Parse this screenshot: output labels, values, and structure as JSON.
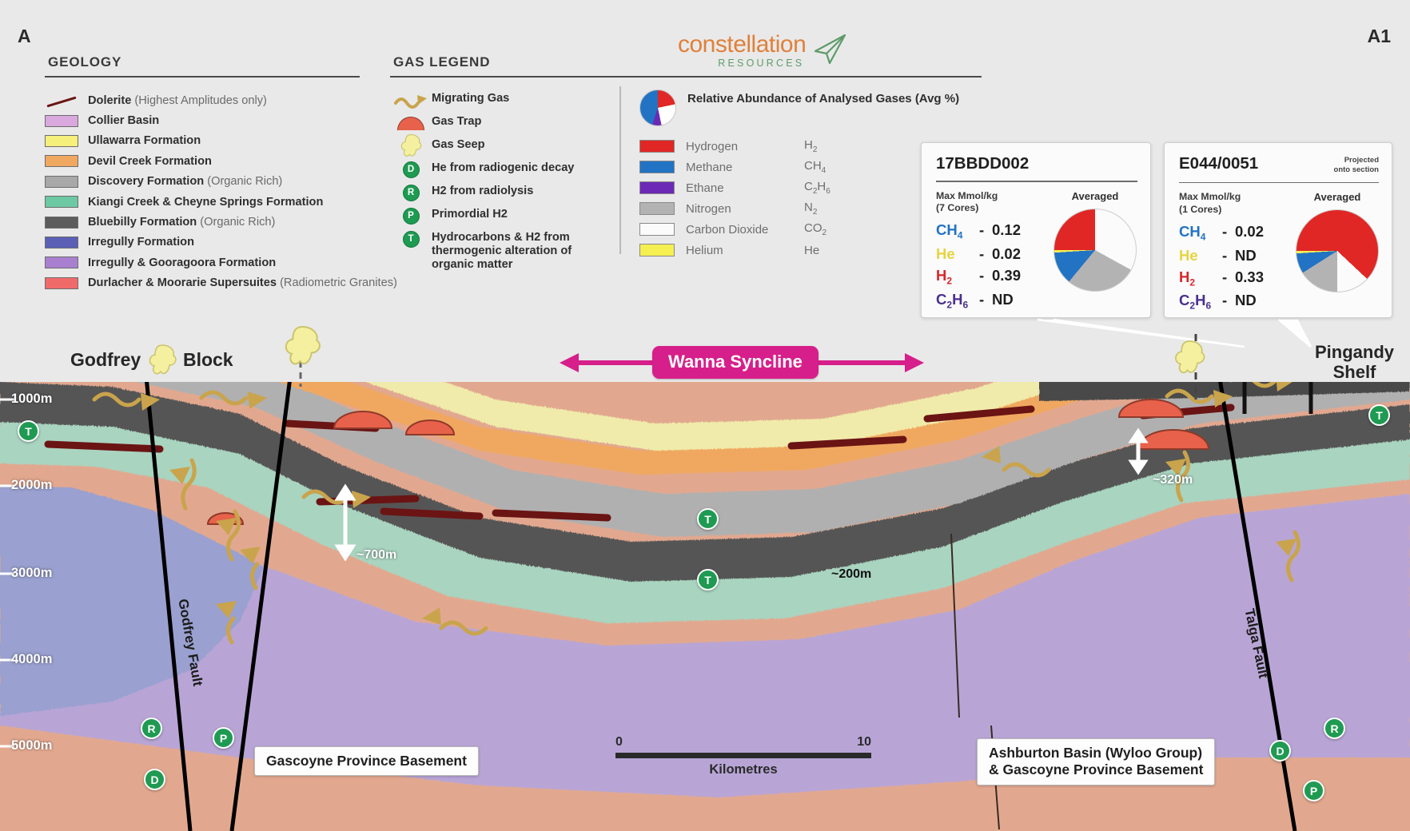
{
  "corners": {
    "left": "A",
    "right": "A1"
  },
  "logo": {
    "word": "constellation",
    "sub": "RESOURCES",
    "icon": "kite-arrow-icon",
    "word_color": "#e0803a",
    "sub_color": "#5f9b6a"
  },
  "geology": {
    "title": "GEOLOGY",
    "items": [
      {
        "label": "Dolerite",
        "note": " (Highest Amplitudes only)",
        "color": "#6b1414",
        "swatch": "line"
      },
      {
        "label": "Collier Basin",
        "note": "",
        "color": "#d9a8dd",
        "swatch": "box"
      },
      {
        "label": "Ullawarra Formation",
        "note": "",
        "color": "#f5ef7c",
        "swatch": "box"
      },
      {
        "label": "Devil Creek Formation",
        "note": "",
        "color": "#f0a861",
        "swatch": "box"
      },
      {
        "label": "Discovery Formation",
        "note": " (Organic Rich)",
        "color": "#a8a8a8",
        "swatch": "box"
      },
      {
        "label": "Kiangi Creek & Cheyne Springs Formation",
        "note": "",
        "color": "#6cc9a3",
        "swatch": "box"
      },
      {
        "label": "Bluebilly Formation",
        "note": " (Organic Rich)",
        "color": "#5c5c5c",
        "swatch": "box"
      },
      {
        "label": "Irregully Formation",
        "note": "",
        "color": "#5b5fb5",
        "swatch": "box"
      },
      {
        "label": "Irregully & Gooragoora Formation",
        "note": "",
        "color": "#a97fd0",
        "swatch": "box"
      },
      {
        "label": "Durlacher & Moorarie Supersuites",
        "note": " (Radiometric Granites)",
        "color": "#f06a6a",
        "swatch": "box"
      }
    ]
  },
  "gas_legend": {
    "title": "GAS LEGEND",
    "items": [
      {
        "icon": "migrating-gas-arrow-icon",
        "label": "Migrating Gas"
      },
      {
        "icon": "gas-trap-dome-icon",
        "label": "Gas Trap"
      },
      {
        "icon": "gas-seep-cloud-icon",
        "label": "Gas Seep"
      },
      {
        "icon": "circle-badge-D",
        "badge": "D",
        "label": "He from radiogenic decay"
      },
      {
        "icon": "circle-badge-R",
        "badge": "R",
        "label": "H2 from radiolysis"
      },
      {
        "icon": "circle-badge-P",
        "badge": "P",
        "label": "Primordial H2"
      },
      {
        "icon": "circle-badge-T",
        "badge": "T",
        "label": "Hydrocarbons & H2 from thermogenic alteration of organic matter"
      }
    ]
  },
  "abundance": {
    "title": "Relative Abundance of Analysed Gases (Avg %)",
    "gases": [
      {
        "name": "Hydrogen",
        "formula_html": "H<sub>2</sub>",
        "color": "#e02725"
      },
      {
        "name": "Methane",
        "formula_html": "CH<sub>4</sub>",
        "color": "#2273c4"
      },
      {
        "name": "Ethane",
        "formula_html": "C<sub>2</sub>H<sub>6</sub>",
        "color": "#6c29b5"
      },
      {
        "name": "Nitrogen",
        "formula_html": "N<sub>2</sub>",
        "color": "#b3b3b3"
      },
      {
        "name": "Carbon Dioxide",
        "formula_html": "CO<sub>2</sub>",
        "color": "#fbfbfb"
      },
      {
        "name": "Helium",
        "formula_html": "He",
        "color": "#f5ef52"
      }
    ]
  },
  "wells": [
    {
      "name": "17BBDD002",
      "projected_note": "",
      "subtitle": "Max Mmol/kg\n(7 Cores)",
      "sub_line1": "Max Mmol/kg",
      "sub_line2": "(7 Cores)",
      "chart_title": "Averaged",
      "values": [
        {
          "symbol_html": "CH<sub>4</sub>",
          "dash": "-",
          "value": "0.12",
          "class": "sym-ch4"
        },
        {
          "symbol_html": "He",
          "dash": "-",
          "value": "0.02",
          "class": "sym-he"
        },
        {
          "symbol_html": "H<sub>2</sub>",
          "dash": "-",
          "value": "0.39",
          "class": "sym-h2"
        },
        {
          "symbol_html": "C<sub>2</sub>H<sub>6</sub>",
          "dash": "-",
          "value": "ND",
          "class": "sym-c2h6"
        }
      ]
    },
    {
      "name": "E044/0051",
      "projected_note": "Projected onto section",
      "sub_line1": "Max Mmol/kg",
      "sub_line2": "(1 Cores)",
      "chart_title": "Averaged",
      "values": [
        {
          "symbol_html": "CH<sub>4</sub>",
          "dash": "-",
          "value": "0.02",
          "class": "sym-ch4"
        },
        {
          "symbol_html": "He",
          "dash": "-",
          "value": "ND",
          "class": "sym-he"
        },
        {
          "symbol_html": "H<sub>2</sub>",
          "dash": "-",
          "value": "0.33",
          "class": "sym-h2"
        },
        {
          "symbol_html": "C<sub>2</sub>H<sub>6</sub>",
          "dash": "-",
          "value": "ND",
          "class": "sym-c2h6"
        }
      ]
    }
  ],
  "chart_data": [
    {
      "type": "pie",
      "title": "Averaged",
      "subject": "17BBDD002 relative abundance of analysed gases (Avg %)",
      "labels": [
        "Hydrogen",
        "Carbon Dioxide",
        "Nitrogen",
        "Methane",
        "Helium"
      ],
      "values": [
        25,
        33,
        28,
        13,
        1
      ],
      "colors": [
        "#e02725",
        "#fbfbfb",
        "#b3b3b3",
        "#2273c4",
        "#f5ef52"
      ],
      "legend": "external"
    },
    {
      "type": "pie",
      "title": "Averaged",
      "subject": "E044/0051 relative abundance of analysed gases (Avg %)",
      "labels": [
        "Hydrogen",
        "Carbon Dioxide",
        "Nitrogen",
        "Methane",
        "Helium"
      ],
      "values": [
        62,
        13,
        16,
        8,
        1
      ],
      "colors": [
        "#e02725",
        "#fbfbfb",
        "#b3b3b3",
        "#2273c4",
        "#f5ef52"
      ],
      "legend": "external"
    },
    {
      "type": "pie",
      "title": "Relative Abundance of Analysed Gases (Avg %)",
      "subject": "legend key pie icon",
      "labels": [
        "Hydrogen",
        "Carbon Dioxide",
        "Ethane",
        "Methane"
      ],
      "values": [
        22,
        25,
        8,
        45
      ],
      "colors": [
        "#e02725",
        "#ffffff",
        "#6c29b5",
        "#2273c4"
      ],
      "legend": "external"
    }
  ],
  "section": {
    "structures": {
      "godfrey_block": "Godfrey",
      "godfrey_block_2": "Block",
      "pingandy_line1": "Pingandy",
      "pingandy_line2": "Shelf",
      "syncline": "Wanna Syncline",
      "godfrey_fault": "Godfrey Fault",
      "talga_fault": "Talga Fault"
    },
    "depth_labels": [
      "1000m",
      "2000m",
      "3000m",
      "4000m",
      "5000m"
    ],
    "thickness_labels": [
      {
        "text": "~700m"
      },
      {
        "text": "~320m"
      },
      {
        "text": "~200m"
      }
    ],
    "basement_left": "Gascoyne Province Basement",
    "basement_right_line1": "Ashburton Basin (Wyloo Group)",
    "basement_right_line2": "& Gascoyne Province Basement",
    "scalebar": {
      "start": "0",
      "end": "10",
      "caption": "Kilometres"
    },
    "markers": [
      "T",
      "T",
      "T",
      "T",
      "R",
      "P",
      "D",
      "D",
      "R",
      "P"
    ]
  }
}
